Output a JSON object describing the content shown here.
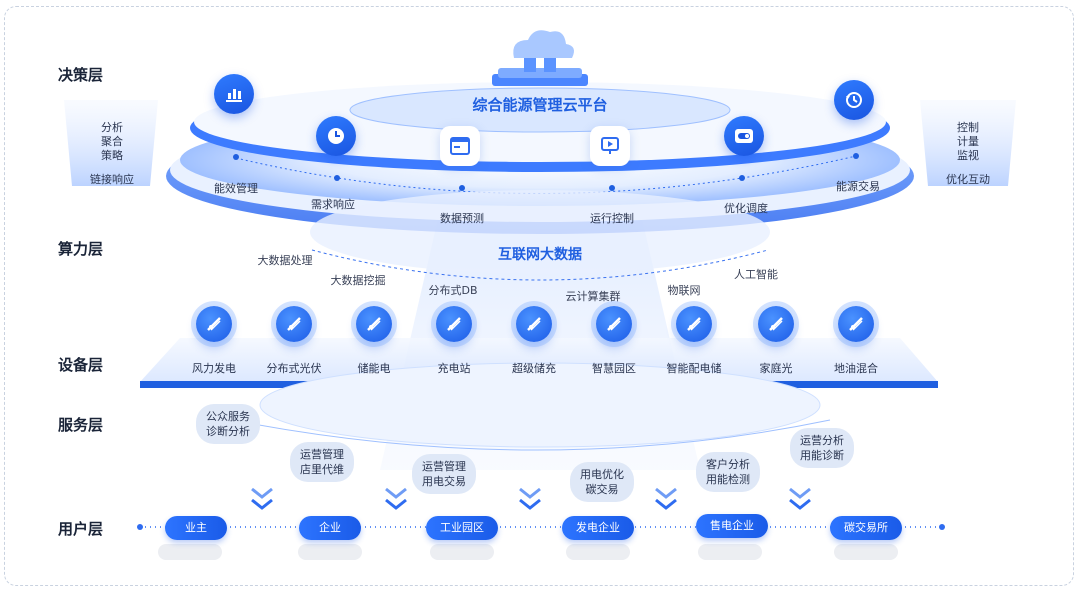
{
  "layers": {
    "decision": "决策层",
    "compute": "算力层",
    "device": "设备层",
    "service": "服务层",
    "user": "用户层"
  },
  "platform": {
    "title": "综合能源管理云平台"
  },
  "left_panel": {
    "items": [
      "分析",
      "聚合",
      "策略"
    ],
    "footer": "链接响应"
  },
  "right_panel": {
    "items": [
      "控制",
      "计量",
      "监视"
    ],
    "footer": "优化互动"
  },
  "decision_nodes": [
    {
      "label": "能效管理",
      "icon": "bar-chart-icon"
    },
    {
      "label": "需求响应",
      "icon": "clock-icon"
    },
    {
      "label": "数据预测",
      "icon": "browser-window-icon"
    },
    {
      "label": "运行控制",
      "icon": "presentation-play-icon"
    },
    {
      "label": "优化调度",
      "icon": "toggle-panel-icon"
    },
    {
      "label": "能源交易",
      "icon": "history-icon"
    }
  ],
  "bigdata": {
    "title": "互联网大数据",
    "items": [
      "大数据处理",
      "大数据挖掘",
      "分布式DB",
      "云计算集群",
      "物联网",
      "人工智能"
    ]
  },
  "devices": [
    "风力发电",
    "分布式光伏",
    "储能电",
    "充电站",
    "超级储充",
    "智慧园区",
    "智能配电储",
    "家庭光",
    "地油混合"
  ],
  "services": [
    [
      "公众服务",
      "诊断分析"
    ],
    [
      "运营管理",
      "店里代维"
    ],
    [
      "运营管理",
      "用电交易"
    ],
    [
      "用电优化",
      "碳交易"
    ],
    [
      "客户分析",
      "用能检测"
    ],
    [
      "运营分析",
      "用能诊断"
    ]
  ],
  "users": [
    "业主",
    "企业",
    "工业园区",
    "发电企业",
    "售电企业",
    "碳交易所"
  ],
  "colors": {
    "primary": "#1f5fe0",
    "accent": "#2f7bff",
    "disk_light": "#e6efff"
  }
}
